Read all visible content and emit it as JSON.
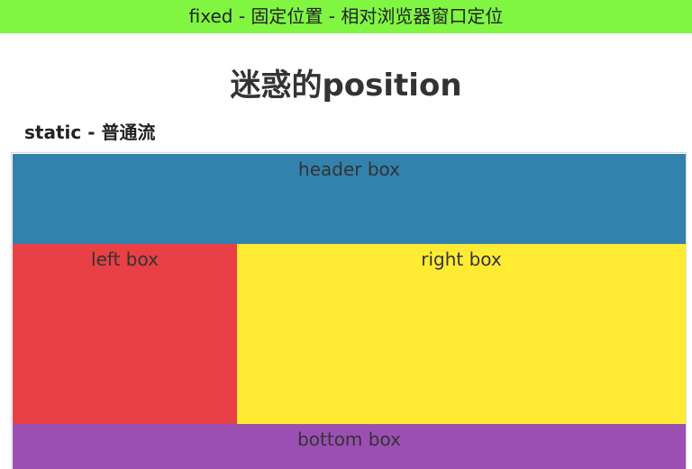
{
  "fixed_bar": {
    "text": "fixed - 固定位置 - 相对浏览器窗口定位",
    "color": "#80f542"
  },
  "page": {
    "title": "迷惑的position"
  },
  "section": {
    "title": "static - 普通流"
  },
  "boxes": {
    "header": {
      "label": "header box",
      "color": "#3381ad"
    },
    "left": {
      "label": "left box",
      "color": "#e84044"
    },
    "right": {
      "label": "right box",
      "color": "#ffeb33"
    },
    "bottom": {
      "label": "bottom box",
      "color": "#9c4fb3"
    }
  }
}
